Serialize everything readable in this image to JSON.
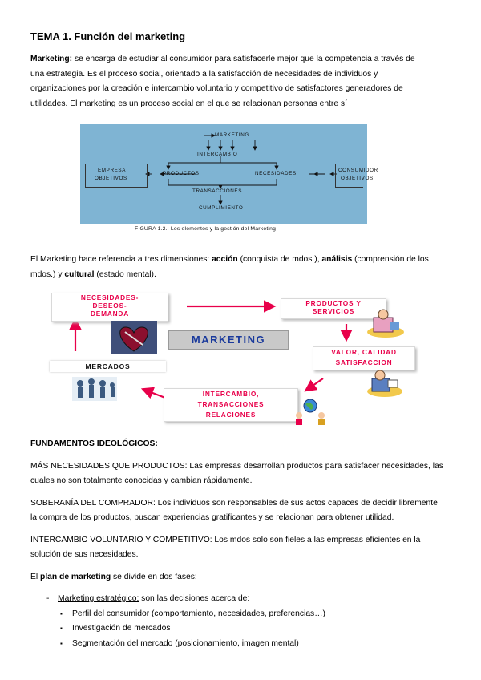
{
  "title": "TEMA 1. Función del marketing",
  "intro": {
    "term": "Marketing:",
    "line1": " se encarga de estudiar al consumidor para satisfacerle mejor que la competencia a través de",
    "line2": "una estrategia. Es el proceso social, orientado a la satisfacción de necesidades de individuos y",
    "line3": "organizaciones por la creación e intercambio voluntario y competitivo de satisfactores generadores de",
    "line4": "utilidades. El marketing es un proceso social en el que se relacionan personas entre sí"
  },
  "figure1": {
    "marketing": "MARKETING",
    "intercambio": "INTERCAMBIO",
    "empresa": "EMPRESA",
    "objetivos_left": "OBJETIVOS",
    "productos": "PRODUCTOS",
    "necesidades": "NECESIDADES",
    "consumidor": "CONSUMIDOR",
    "objetivos_right": "OBJETIVOS",
    "transacciones": "TRANSACCIONES",
    "cumplimiento": "CUMPLIMIENTO",
    "caption": "FIGURA 1.2.: Los elementos y la gestión del Marketing"
  },
  "dimensions": {
    "line1_pre": "El Marketing hace referencia a tres dimensiones: ",
    "accion": "acción",
    "line1_mid1": " (conquista de mdos.), ",
    "analisis": "análisis",
    "line1_mid2": " (comprensión de los",
    "line2_pre": "mdos.) y ",
    "cultural": "cultural",
    "line2_post": " (estado mental)."
  },
  "figure2": {
    "box1": [
      "NECESIDADES-",
      "DESEOS-",
      "DEMANDA"
    ],
    "box2": [
      "PRODUCTOS Y",
      "SERVICIOS"
    ],
    "center": "MARKETING",
    "box3": [
      "VALOR, CALIDAD",
      "SATISFACCION"
    ],
    "box4": [
      "INTERCAMBIO,",
      "TRANSACCIONES",
      "RELACIONES"
    ],
    "box5": "MERCADOS",
    "colors": {
      "accent": "#e8004a",
      "center_bg": "#c9c9c9",
      "center_text": "#1a3a9c"
    }
  },
  "fundamentos": {
    "heading": "FUNDAMENTOS IDEOLÓGICOS:",
    "p1_line1": "MÁS NECESIDADES QUE PRODUCTOS: Las empresas desarrollan productos para satisfacer necesidades, las",
    "p1_line2": "cuales no son totalmente conocidas y cambian rápidamente.",
    "p2_line1": "SOBERANÍA DEL COMPRADOR: Los individuos son responsables de sus actos capaces de decidir libremente",
    "p2_line2": "la compra de los productos, buscan experiencias gratificantes y se relacionan para obtener utilidad.",
    "p3_line1": "INTERCAMBIO VOLUNTARIO Y COMPETITIVO: Los mdos solo son fieles a las empresas eficientes en la",
    "p3_line2": "solución de sus necesidades."
  },
  "plan": {
    "pre": "El ",
    "bold": "plan de marketing",
    "post": " se divide en dos fases:",
    "dash": "-",
    "item_label": "Marketing estratégico:",
    "item_text": " son las decisiones acerca de:",
    "bullet": "▪",
    "subitems": [
      "Perfil del consumidor (comportamiento, necesidades, preferencias…)",
      "Investigación de mercados",
      "Segmentación del mercado (posicionamiento, imagen mental)"
    ]
  }
}
